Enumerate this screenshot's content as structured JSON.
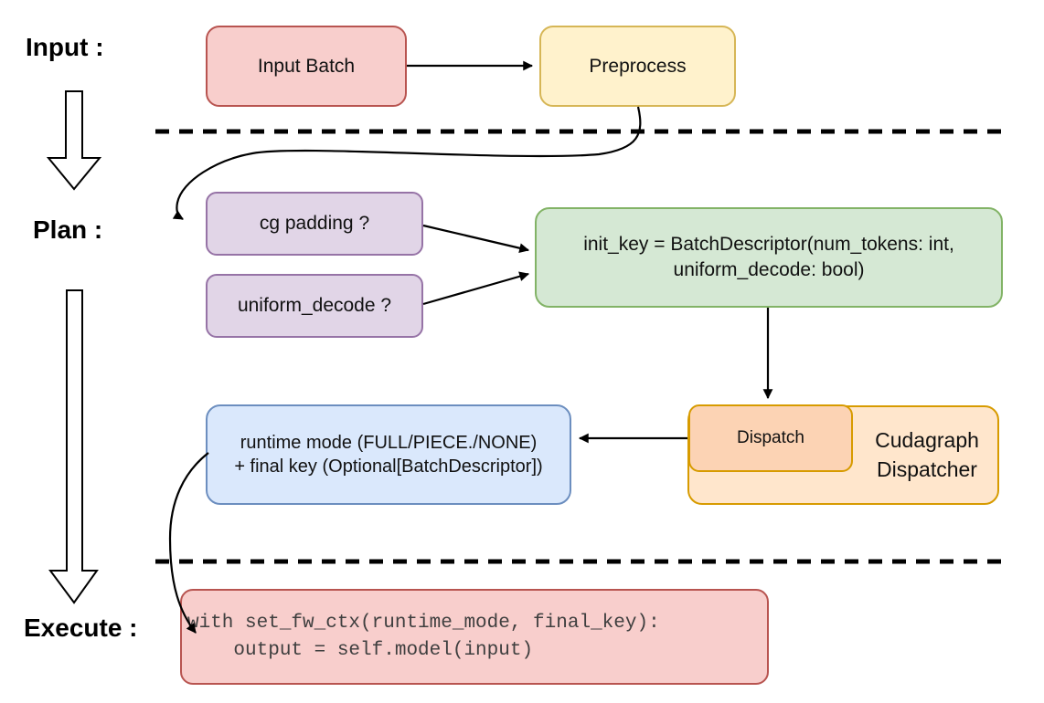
{
  "stage_labels": {
    "input": "Input :",
    "plan": "Plan :",
    "execute": "Execute :"
  },
  "nodes": {
    "input_batch": {
      "label": "Input Batch",
      "fill": "#f8cecc",
      "stroke": "#b85450"
    },
    "preprocess": {
      "label": "Preprocess",
      "fill": "#fff2cc",
      "stroke": "#d6b656"
    },
    "cg_padding": {
      "label": "cg padding ?",
      "fill": "#e1d5e7",
      "stroke": "#9673a6"
    },
    "uniform_decode": {
      "label": "uniform_decode ?",
      "fill": "#e1d5e7",
      "stroke": "#9673a6"
    },
    "init_key": {
      "line1": "init_key = BatchDescriptor(num_tokens: int,",
      "line2": "uniform_decode: bool)",
      "fill": "#d5e8d4",
      "stroke": "#82b366"
    },
    "dispatch": {
      "label": "Dispatch",
      "fill": "#fcd3b4",
      "stroke": "#d79b00"
    },
    "cudagraph_dispatcher": {
      "line1": "Cudagraph",
      "line2": "Dispatcher",
      "fill": "#ffe6cc",
      "stroke": "#d79b00"
    },
    "runtime_mode": {
      "line1": "runtime mode (FULL/PIECE./NONE)",
      "line2": "+ final key (Optional[BatchDescriptor])",
      "fill": "#dae8fc",
      "stroke": "#6c8ebf"
    },
    "execute_code": {
      "line1": "with set_fw_ctx(runtime_mode, final_key):",
      "line2": "    output = self.model(input)",
      "fill": "#f8cecc",
      "stroke": "#b85450"
    }
  },
  "connector_color": "#000000",
  "separator_color": "#000000"
}
